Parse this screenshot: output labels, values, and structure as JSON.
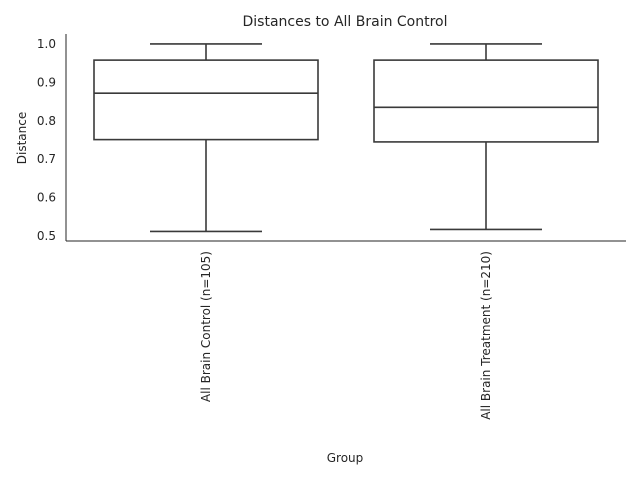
{
  "chart_data": {
    "type": "box",
    "title": "Distances to All Brain Control",
    "xlabel": "Group",
    "ylabel": "Distance",
    "ylim": [
      0.487,
      1.026
    ],
    "yticks": [
      0.5,
      0.6,
      0.7,
      0.8,
      0.9,
      1.0
    ],
    "ytick_labels": [
      "0.5",
      "0.6",
      "0.7",
      "0.8",
      "0.9",
      "1.0"
    ],
    "grid": false,
    "legend": "none",
    "box_color": "#ffffff",
    "line_color": "#3a3a3a",
    "categories": [
      "All Brain Control (n=105)",
      "All Brain Treatment (n=210)"
    ],
    "boxes": [
      {
        "category": "All Brain Control (n=105)",
        "whisker_low": 0.512,
        "q1": 0.751,
        "median": 0.872,
        "q3": 0.958,
        "whisker_high": 1.0
      },
      {
        "category": "All Brain Treatment (n=210)",
        "whisker_low": 0.517,
        "q1": 0.745,
        "median": 0.835,
        "q3": 0.958,
        "whisker_high": 1.0
      }
    ]
  }
}
